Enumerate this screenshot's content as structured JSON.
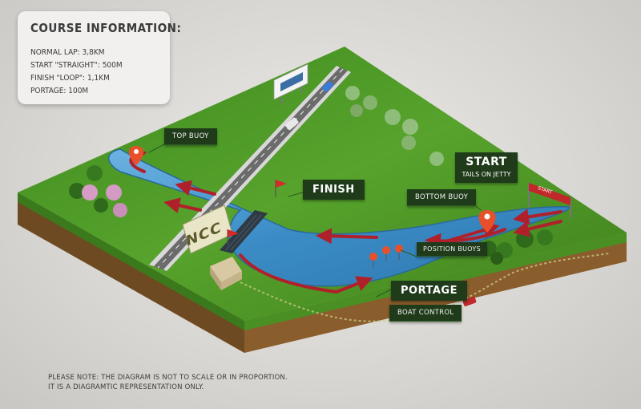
{
  "course_info": {
    "title": "COURSE INFORMATION:",
    "lines": [
      "NORMAL LAP:  3,8KM",
      "START \"STRAIGHT\":  500M",
      "FINISH \"LOOP\":  1,1KM",
      "PORTAGE:  100M"
    ]
  },
  "labels": {
    "top_buoy": "TOP BUOY",
    "finish": "FINISH",
    "start": "START",
    "start_sub": "TAILS ON JETTY",
    "bottom_buoy": "BOTTOM BUOY",
    "position_buoys": "POSITION BUOYS",
    "portage": "PORTAGE",
    "boat_control": "BOAT CONTROL",
    "ncc_sign": "NCC",
    "start_banner": "START"
  },
  "note": {
    "line1": "PLEASE NOTE: THE DIAGRAM IS NOT TO SCALE OR IN PROPORTION.",
    "line2": "IT IS A DIAGRAMTIC REPRESENTATION ONLY."
  },
  "colors": {
    "grass": "#4f9a2a",
    "water": "#3d8fc9",
    "route_arrow": "#b0202a",
    "label_bg": "#1f3b1a",
    "road": "#6b6b6b"
  }
}
